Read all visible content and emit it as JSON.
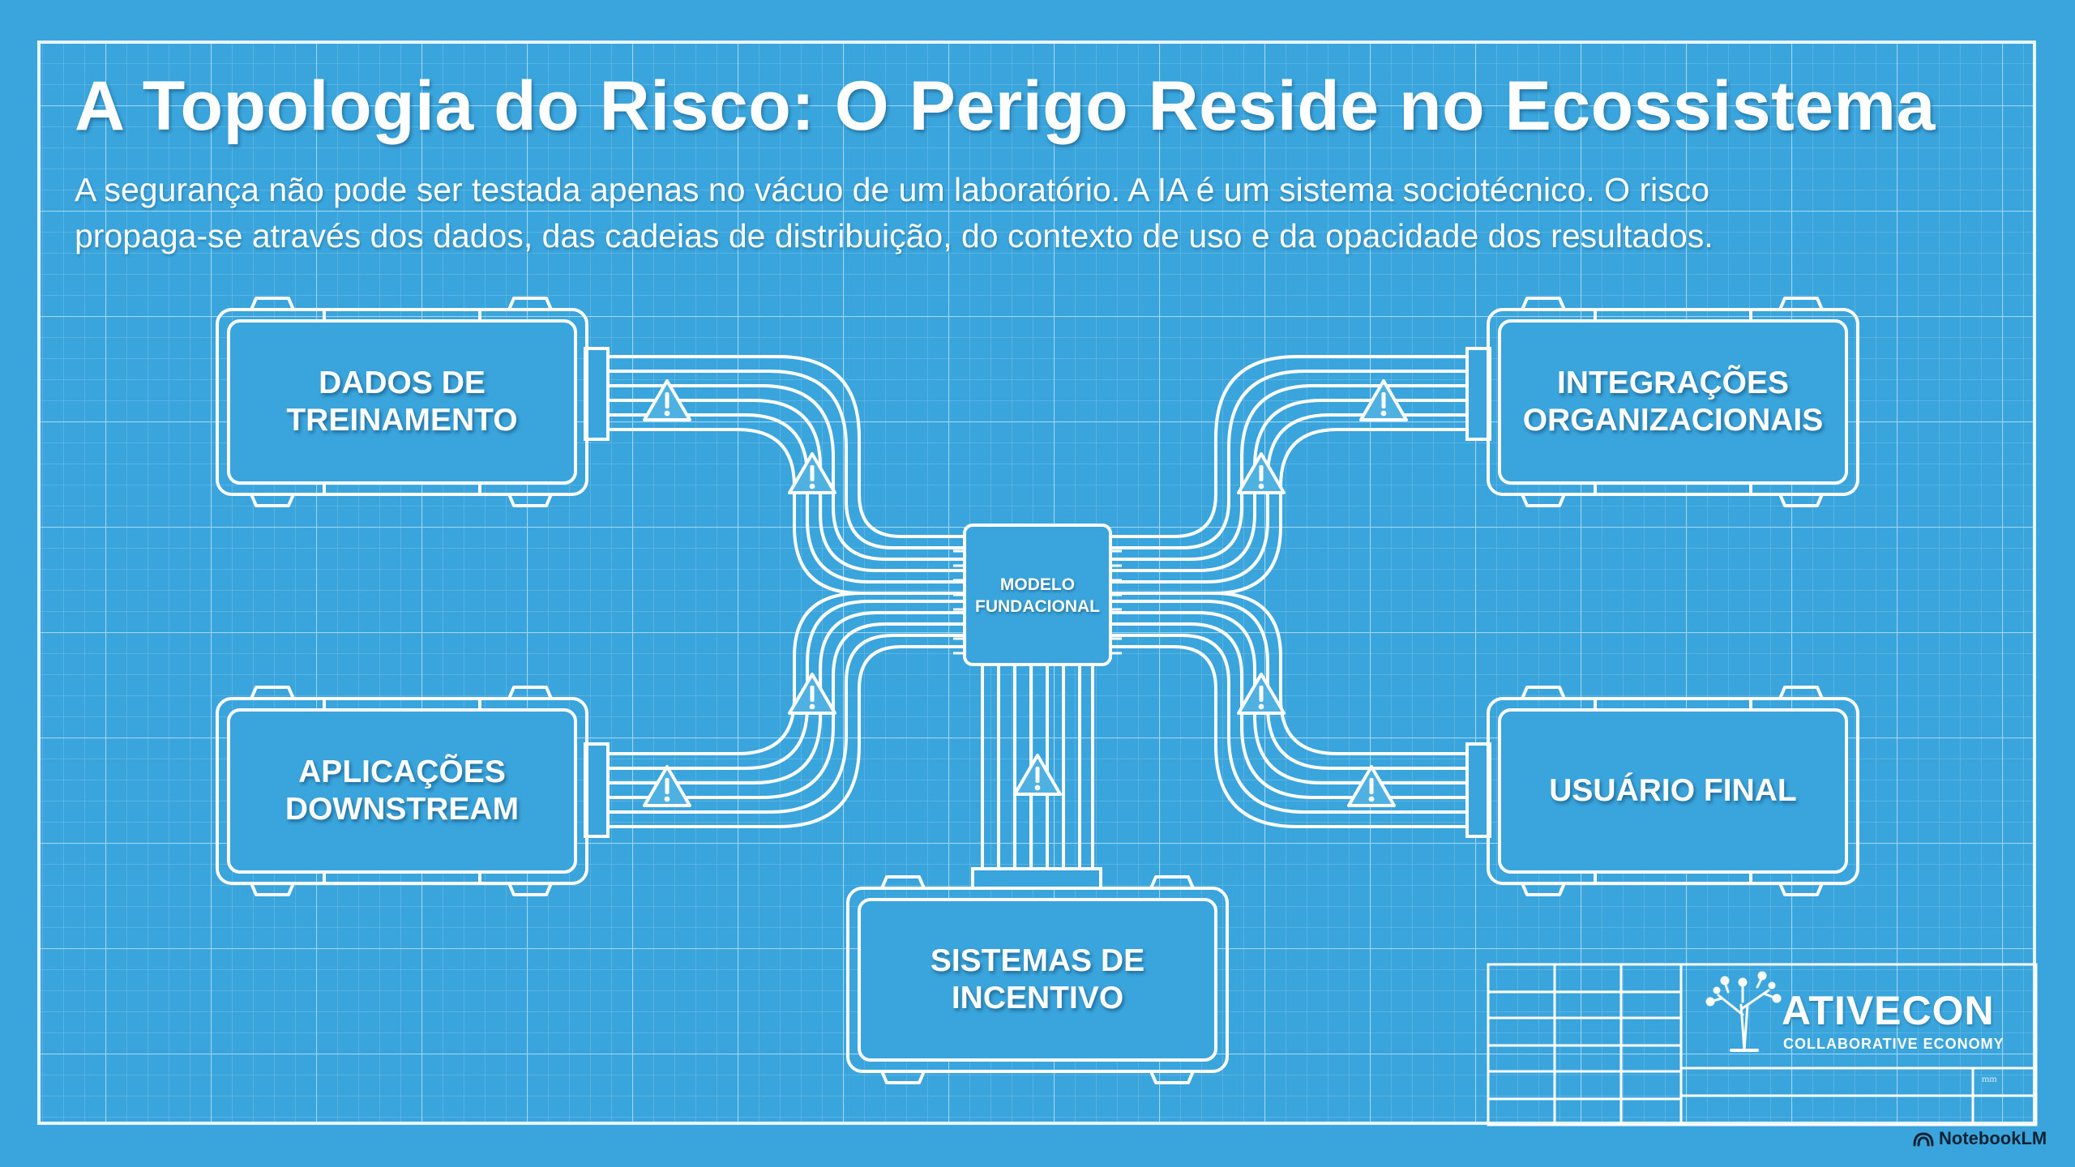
{
  "title": "A Topologia do Risco: O Perigo Reside no Ecossistema",
  "subtitle": {
    "line1": "A segurança não pode ser testada apenas no vácuo de um laboratório. A IA é um sistema sociotécnico. O risco",
    "line2": "propaga-se através dos dados, das cadeias de distribuição, do contexto de uso e da opacidade dos resultados."
  },
  "center": {
    "line1": "MODELO",
    "line2": "FUNDACIONAL"
  },
  "nodes": {
    "training_data": {
      "line1": "DADOS DE",
      "line2": "TREINAMENTO"
    },
    "org_integrations": {
      "line1": "INTEGRAÇÕES",
      "line2": "ORGANIZACIONAIS"
    },
    "downstream_apps": {
      "line1": "APLICAÇÕES",
      "line2": "DOWNSTREAM"
    },
    "end_user": {
      "line1": "USUÁRIO FINAL"
    },
    "incentive_systems": {
      "line1": "SISTEMAS DE",
      "line2": "INCENTIVO"
    }
  },
  "title_block": {
    "logo_name": "ATIVECON",
    "logo_tagline": "COLLABORATIVE ECONOMY",
    "stamp_code": "mm"
  },
  "brand": {
    "name": "NotebookLM"
  },
  "icons": {
    "warning": "warning-triangle-icon",
    "logo": "tree-logo-icon",
    "brand": "notebooklm-logo-icon"
  },
  "colors": {
    "background": "#3aa5dc",
    "line": "#ffffff",
    "grid": "#7cc6ec"
  }
}
